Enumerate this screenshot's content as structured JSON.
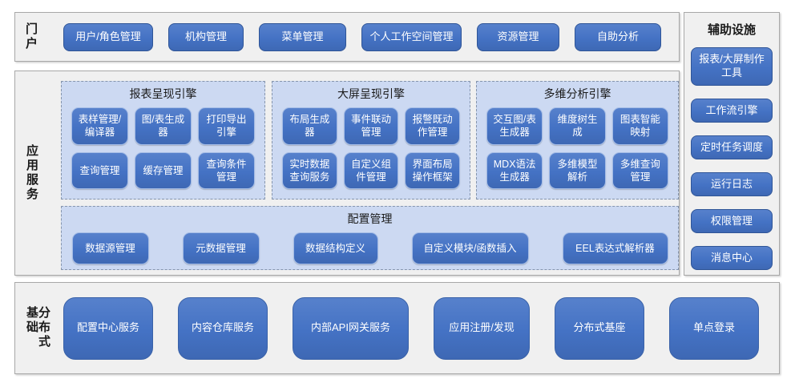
{
  "colors": {
    "module_blue": "#4472C4",
    "module_border_dark": "#2F5597",
    "module_border_light": "#A4BCE6",
    "panel_blue": "#CCD9F2",
    "section_gray": "#F0F0F0",
    "section_border": "#A8A8A8",
    "text_white": "#FFFFFF",
    "text_black": "#1A1A1A"
  },
  "portal": {
    "label": "门户",
    "items": [
      "用户/角色管理",
      "机构管理",
      "菜单管理",
      "个人工作空间管理",
      "资源管理",
      "自助分析"
    ]
  },
  "app_services": {
    "label": "应用服务",
    "engines": [
      {
        "title": "报表呈现引擎",
        "items": [
          "表样管理/编译器",
          "图/表生成器",
          "打印导出引擎",
          "查询管理",
          "缓存管理",
          "查询条件管理"
        ]
      },
      {
        "title": "大屏呈现引擎",
        "items": [
          "布局生成器",
          "事件联动管理",
          "报警既动作管理",
          "实时数据查询服务",
          "自定义组件管理",
          "界面布局操作框架"
        ]
      },
      {
        "title": "多维分析引擎",
        "items": [
          "交互图/表生成器",
          "维度树生成",
          "图表智能映射",
          "MDX语法生成器",
          "多维模型解析",
          "多维查询管理"
        ]
      }
    ],
    "config": {
      "title": "配置管理",
      "items": [
        "数据源管理",
        "元数据管理",
        "数据结构定义",
        "自定义模块/函数插入",
        "EEL表达式解析器"
      ]
    }
  },
  "auxiliary": {
    "title": "辅助设施",
    "items": [
      "报表/大屏制作工具",
      "工作流引擎",
      "定时任务调度",
      "运行日志",
      "权限管理",
      "消息中心"
    ]
  },
  "distributed": {
    "label": "分布式基础",
    "items": [
      "配置中心服务",
      "内容仓库服务",
      "内部API网关服务",
      "应用注册/发现",
      "分布式基座",
      "单点登录"
    ]
  }
}
